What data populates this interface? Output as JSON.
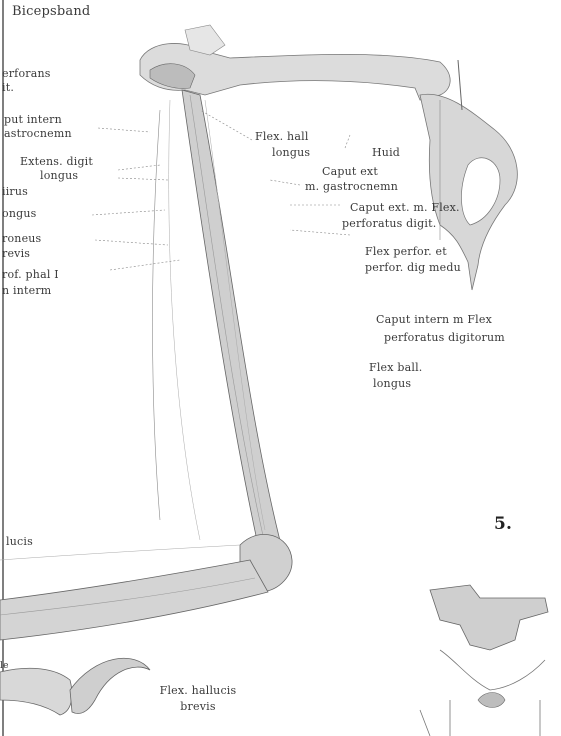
{
  "labels": {
    "bicepsband": "Bicepsband",
    "perforans": "erforans",
    "perforans_2": "it.",
    "caput_intern": "put intern",
    "gastrocnemii": "astrocnemn",
    "extens_digit": "Extens. digit",
    "extens_digit_2": "longus",
    "tibialis": "iirus",
    "longus": "ongus",
    "peroneus": "roneus",
    "peroneus_2": "revis",
    "flex_prof": "rof. phal I",
    "flex_prof_2": "n interm",
    "hallucis_left": "lucis",
    "flex_hall_longus": "Flex. hall",
    "flex_hall_longus_2": "longus",
    "huid": "Huid",
    "caput_ext": "Caput ext",
    "caput_ext_2": "m. gastrocnemn",
    "caput_ext_flex": "Caput ext. m. Flex.",
    "caput_ext_flex_2": "perforatus digit.",
    "flex_perfor": "Flex perfor. et",
    "flex_perfor_2": "perfor. dig medu",
    "caput_intern_flex": "Caput intern m Flex",
    "caput_intern_flex_2": "perforatus digitorum",
    "flex_ball": "Flex ball.",
    "flex_ball_2": "longus",
    "flex_hallucis_brevis": "Flex. hallucis",
    "flex_hallucis_brevis_2": "brevis",
    "figure_number": "5.",
    "edge_le": "le"
  }
}
